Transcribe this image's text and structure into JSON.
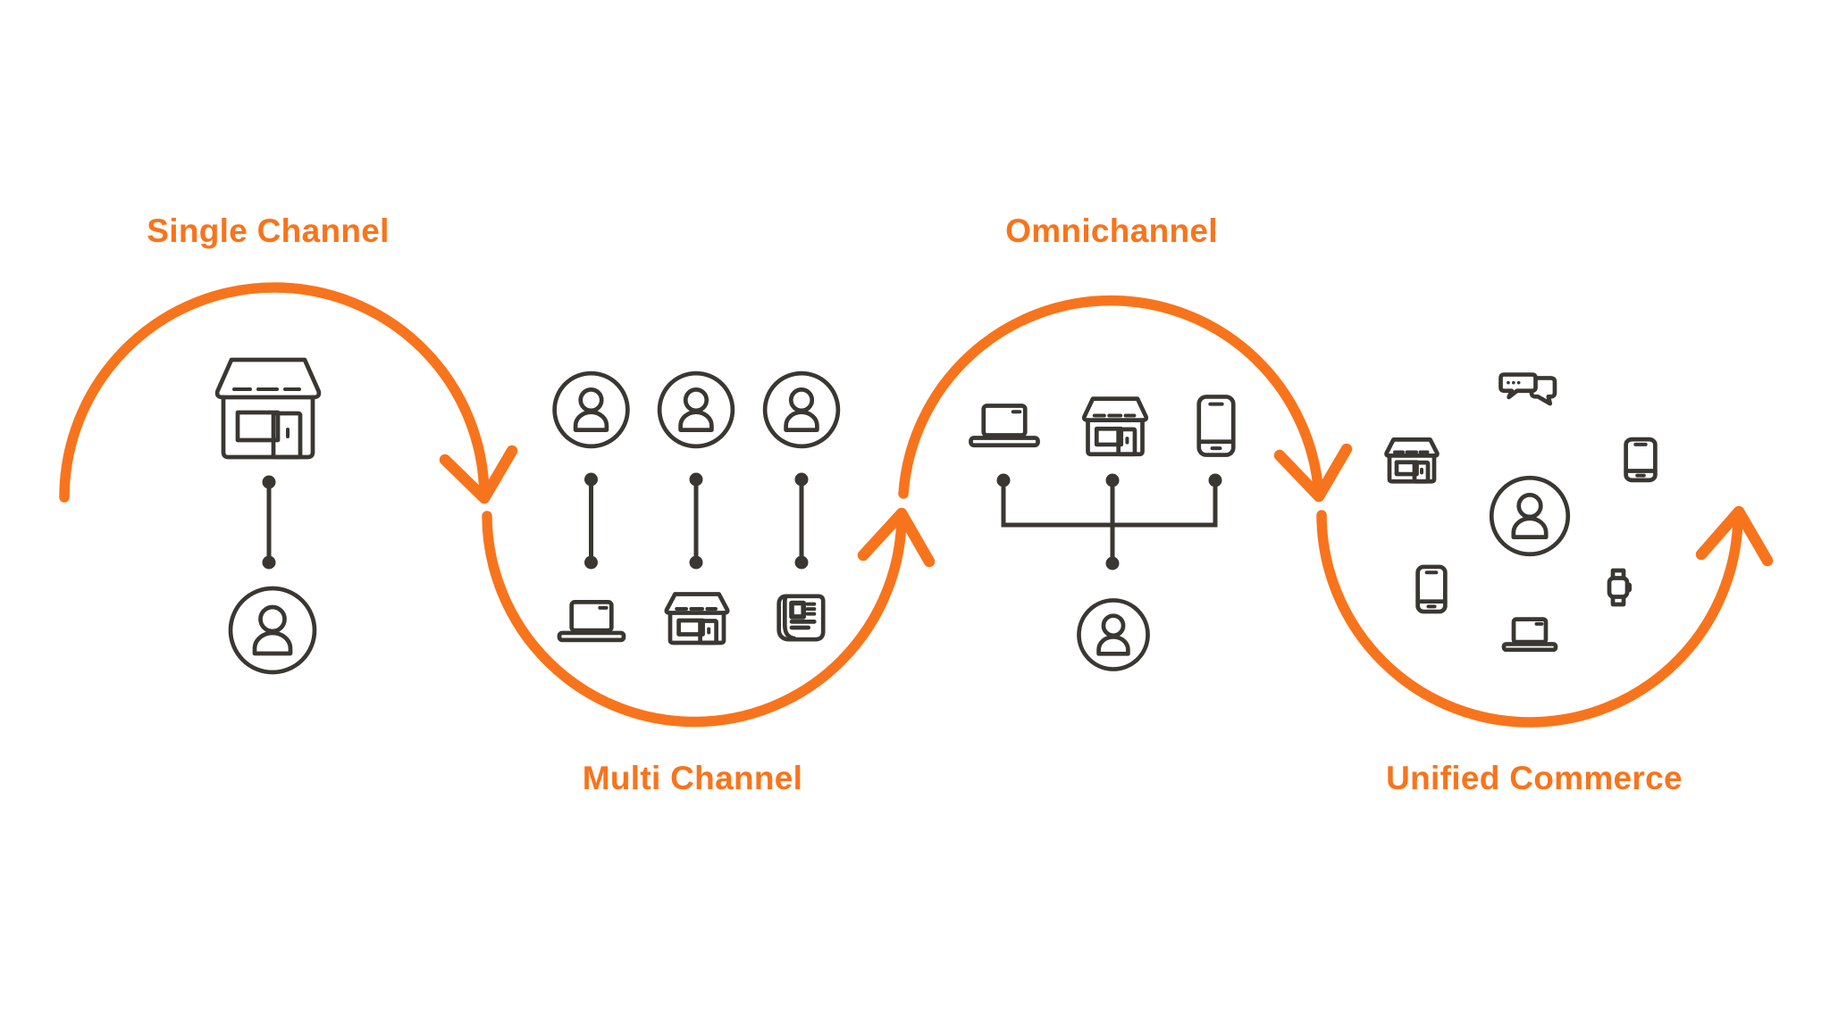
{
  "colors": {
    "accent": "#F8741C",
    "icon_stroke": "#3A3732",
    "background": "#FFFFFF"
  },
  "flow": {
    "direction": "left-to-right",
    "arrow_count": 4,
    "shape": "s-curve-wave"
  },
  "stages": [
    {
      "id": "single-channel",
      "label": "Single Channel",
      "label_position": "top",
      "channel_icons": [
        "store-icon"
      ],
      "customer_icons": [
        "person-icon"
      ],
      "connection": "one-to-one"
    },
    {
      "id": "multi-channel",
      "label": "Multi Channel",
      "label_position": "bottom",
      "customer_icons": [
        "person-icon",
        "person-icon",
        "person-icon"
      ],
      "channel_icons": [
        "laptop-icon",
        "store-icon",
        "newspaper-icon"
      ],
      "connection": "parallel-one-to-one"
    },
    {
      "id": "omnichannel",
      "label": "Omnichannel",
      "label_position": "top",
      "channel_icons": [
        "laptop-icon",
        "store-icon",
        "smartphone-icon"
      ],
      "customer_icons": [
        "person-icon"
      ],
      "connection": "many-to-one"
    },
    {
      "id": "unified-commerce",
      "label": "Unified Commerce",
      "label_position": "bottom",
      "center_icon": "person-icon",
      "orbit_icons": [
        "chat-bubbles-icon",
        "store-icon",
        "tablet-icon",
        "smartphone-icon",
        "smartwatch-icon",
        "laptop-icon"
      ],
      "connection": "hub"
    }
  ]
}
